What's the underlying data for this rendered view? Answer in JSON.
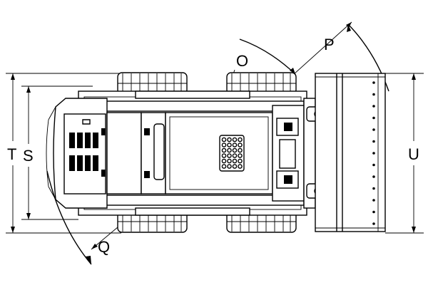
{
  "labels": {
    "o": "O",
    "p": "P",
    "q": "Q",
    "s": "S",
    "t": "T",
    "u": "U"
  },
  "colors": {
    "line": "#000000",
    "background": "#ffffff"
  }
}
